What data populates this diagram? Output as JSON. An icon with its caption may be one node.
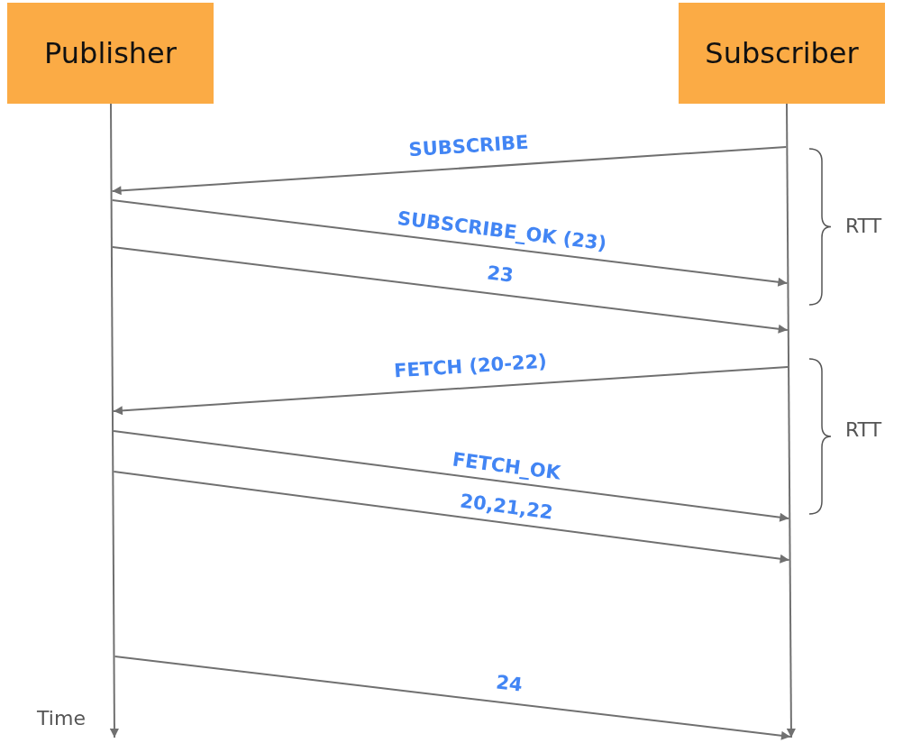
{
  "diagram": {
    "nodes": [
      {
        "text": [
          "Publisher"
        ]
      },
      {
        "text": [
          "Subscriber"
        ]
      }
    ],
    "edges": [
      {
        "from": 1,
        "to": 0,
        "arrow": "to",
        "label": "SUBSCRIBE"
      },
      {
        "from": 0,
        "to": 1,
        "arrow": "to",
        "label": "SUBSCRIBE_OK (23)"
      },
      {
        "from": 0,
        "to": 1,
        "arrow": "to",
        "label": "23"
      },
      {
        "from": 1,
        "to": 0,
        "arrow": "to",
        "label": "FETCH (20-22)"
      },
      {
        "from": 0,
        "to": 1,
        "arrow": "to",
        "label": "FETCH_OK"
      },
      {
        "from": 0,
        "to": 1,
        "arrow": "to",
        "label": "20,21,22"
      },
      {
        "from": 0,
        "to": 1,
        "arrow": "to",
        "label": "24"
      }
    ],
    "labels": [
      "RTT",
      "RTT",
      "Time"
    ]
  }
}
